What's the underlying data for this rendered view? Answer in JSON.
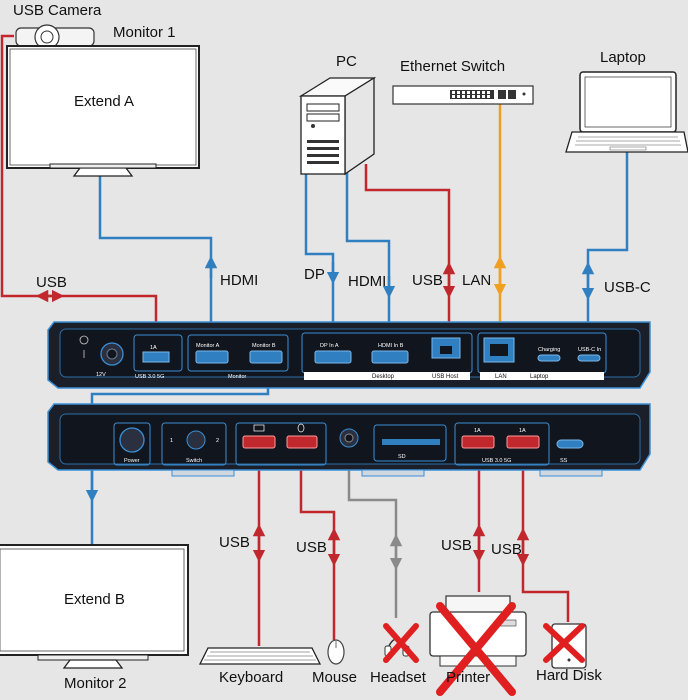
{
  "devices": {
    "usb_camera": "USB Camera",
    "monitor_1": "Monitor 1",
    "monitor_1_screen": "Extend A",
    "pc": "PC",
    "ethernet_switch": "Ethernet Switch",
    "laptop": "Laptop",
    "monitor_2": "Monitor 2",
    "monitor_2_screen": "Extend B",
    "keyboard": "Keyboard",
    "mouse": "Mouse",
    "headset": "Headset",
    "printer": "Printer",
    "hard_disk": "Hard Disk"
  },
  "cables": {
    "usb_camera": "USB",
    "hdmi_monitor_a": "HDMI",
    "dp_pc": "DP",
    "hdmi_pc": "HDMI",
    "usb_pc": "USB",
    "lan": "LAN",
    "usbc_laptop": "USB-C",
    "usb_keyboard": "USB",
    "usb_mouse": "USB",
    "usb_printer": "USB",
    "usb_hard_disk": "USB"
  },
  "dock_back": {
    "power_in": "12V",
    "usb_port": "1A",
    "usb_port_label": "USB 3.0 5G",
    "monitor_a": "Monitor A",
    "monitor_b": "Monitor B",
    "monitor_group": "Monitor",
    "dp_in_a": "DP In A",
    "hdmi_in_b": "HDMI In B",
    "desktop_group": "Desktop",
    "usb_host": "USB Host",
    "lan": "LAN",
    "charging": "Charging",
    "usb_c_in": "USB-C In",
    "laptop_group": "Laptop"
  },
  "dock_front": {
    "power": "Power",
    "switch_1": "1",
    "switch_2": "2",
    "switch": "Switch",
    "usb_left": "1A",
    "usb_right": "1A",
    "usb_group": "USB 3.0 5G",
    "sd": "SD",
    "usbc": "SS"
  },
  "colors": {
    "usb": "#c0282e",
    "video": "#2f7fc1",
    "lan": "#f0a020",
    "audio": "#8a8a8a",
    "cross": "#e02020",
    "dock": "#1a1f2a",
    "dock_accent": "#3b8fd6"
  }
}
